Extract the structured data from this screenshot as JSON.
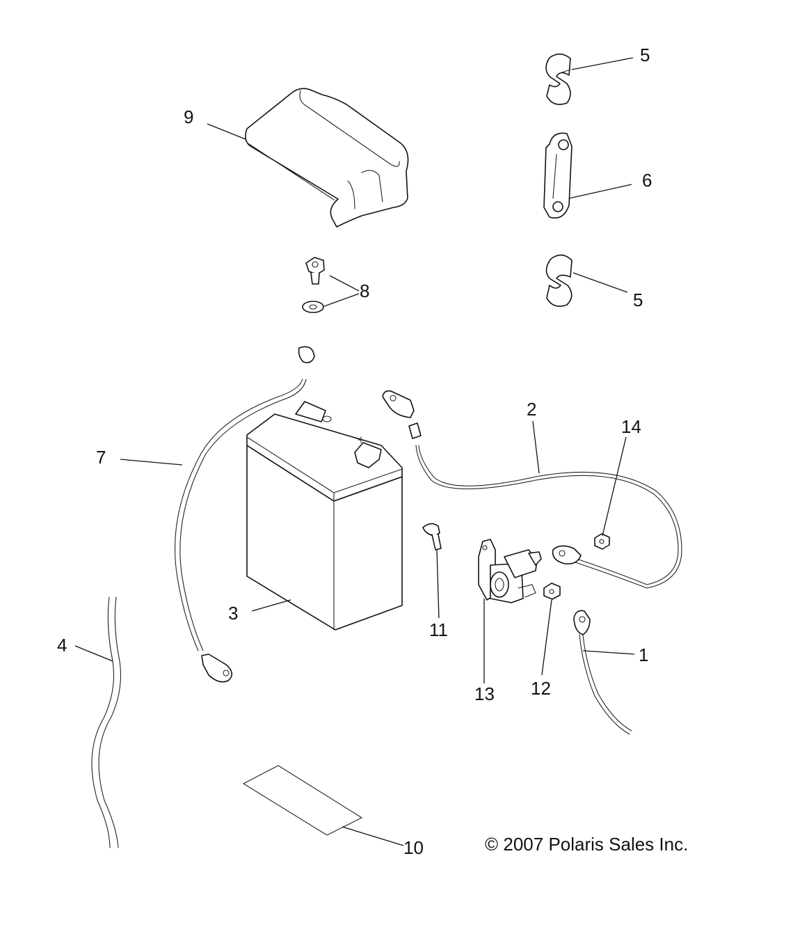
{
  "callouts": {
    "c1": "1",
    "c2": "2",
    "c3": "3",
    "c4": "4",
    "c5a": "5",
    "c5b": "5",
    "c6": "6",
    "c7": "7",
    "c8": "8",
    "c9": "9",
    "c10": "10",
    "c11": "11",
    "c12": "12",
    "c13": "13",
    "c14": "14"
  },
  "copyright": "© 2007 Polaris Sales Inc."
}
